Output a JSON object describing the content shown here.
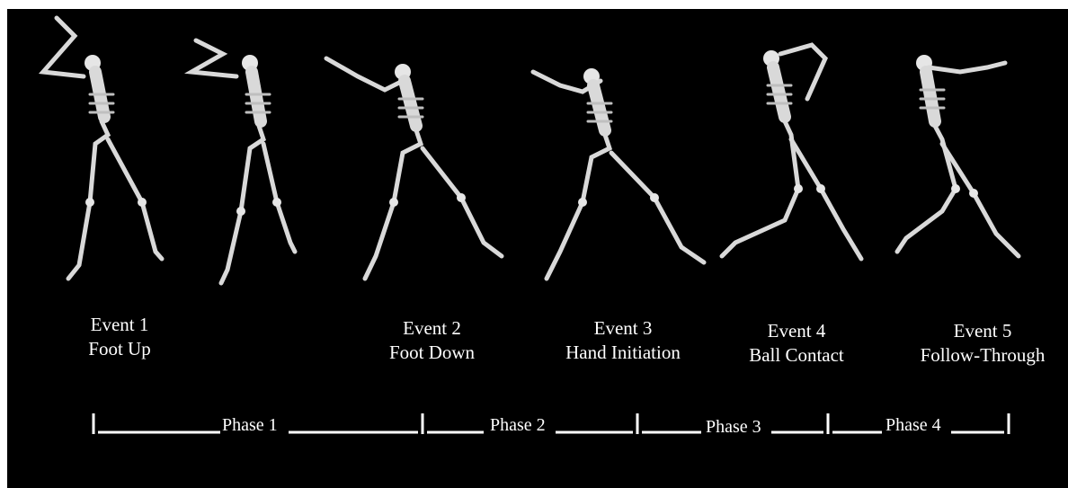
{
  "events": [
    {
      "title": "Event 1",
      "name": "Foot Up"
    },
    {
      "title": "Event 2",
      "name": "Foot Down"
    },
    {
      "title": "Event 3",
      "name": "Hand Initiation"
    },
    {
      "title": "Event 4",
      "name": "Ball Contact"
    },
    {
      "title": "Event 5",
      "name": "Follow-Through"
    }
  ],
  "phases": [
    {
      "label": "Phase 1"
    },
    {
      "label": "Phase 2"
    },
    {
      "label": "Phase 3"
    },
    {
      "label": "Phase 4"
    }
  ],
  "colors": {
    "background": "#000000",
    "text": "#ffffff",
    "skeleton": "#d9d9d9"
  },
  "figures": [
    "skeleton-pitcher-pose-1",
    "skeleton-pitcher-pose-2",
    "skeleton-pitcher-pose-3",
    "skeleton-pitcher-pose-4",
    "skeleton-pitcher-pose-5",
    "skeleton-pitcher-pose-6"
  ]
}
